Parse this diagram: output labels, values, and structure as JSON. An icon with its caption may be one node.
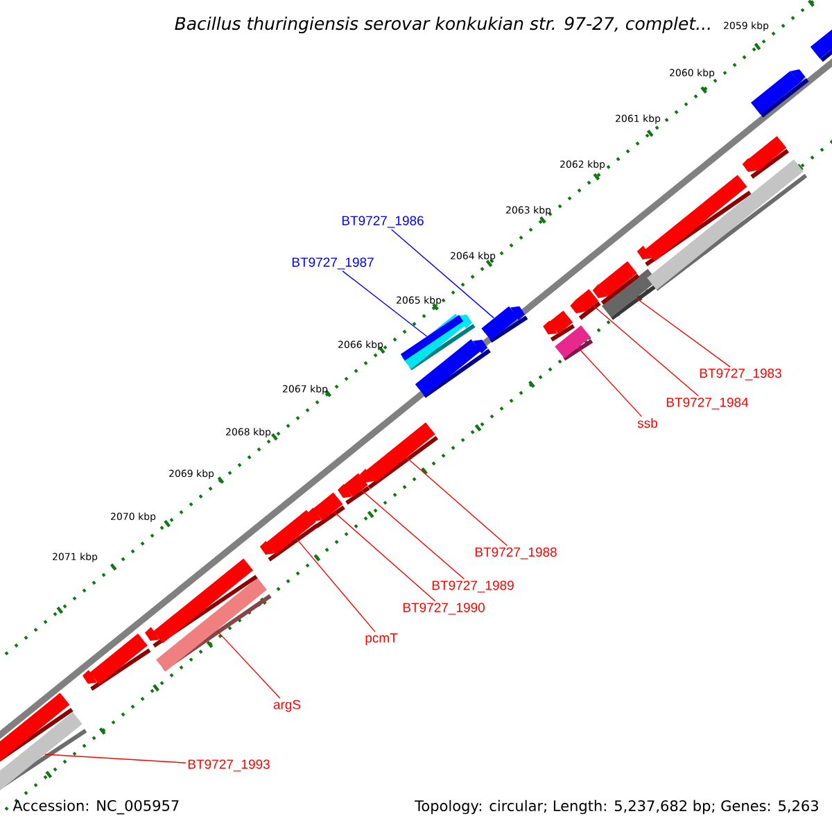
{
  "diagram": {
    "title": "Bacillus thuringiensis serovar konkukian str. 97-27, complet...",
    "nodes": [
      {
        "text": [
          "BT9727_1986"
        ]
      },
      {
        "text": [],
        "shape": "arrow"
      },
      {
        "text": [
          "BT9727_1987"
        ]
      },
      {
        "text": [],
        "shape": "arrow"
      },
      {
        "text": [
          "BT9727_1983"
        ]
      },
      {
        "text": [],
        "shape": "bar"
      },
      {
        "text": [
          "BT9727_1984"
        ]
      },
      {
        "text": [],
        "shape": "arrow"
      },
      {
        "text": [
          "ssb"
        ]
      },
      {
        "text": [],
        "shape": "bar"
      },
      {
        "text": [
          "BT9727_1988"
        ]
      },
      {
        "text": [],
        "shape": "arrow"
      },
      {
        "text": [
          "BT9727_1989"
        ]
      },
      {
        "text": [],
        "shape": "arrow"
      },
      {
        "text": [
          "BT9727_1990"
        ]
      },
      {
        "text": [],
        "shape": "arrow"
      },
      {
        "text": [
          "pcmT"
        ]
      },
      {
        "text": [],
        "shape": "arrow"
      },
      {
        "text": [
          "argS"
        ]
      },
      {
        "text": [],
        "shape": "bar"
      },
      {
        "text": [
          "BT9727_1993"
        ]
      },
      {
        "text": [],
        "shape": "bar"
      },
      {
        "text": [],
        "shape": "arrow"
      },
      {
        "text": [],
        "shape": "arrow"
      },
      {
        "text": [],
        "shape": "arrow"
      },
      {
        "text": [],
        "shape": "arrow"
      },
      {
        "text": [],
        "shape": "arrow"
      },
      {
        "text": [],
        "shape": "arrow"
      },
      {
        "text": [],
        "shape": "arrow"
      },
      {
        "text": [],
        "shape": "arrow"
      },
      {
        "text": [],
        "shape": "arrow"
      },
      {
        "text": [],
        "shape": "arrow"
      },
      {
        "text": [],
        "shape": "bar"
      }
    ],
    "edges": [
      {
        "from": 0,
        "to": 1,
        "arrow": "none",
        "color": "#0000ff"
      },
      {
        "from": 2,
        "to": 3,
        "arrow": "none",
        "color": "#0000ff"
      },
      {
        "from": 4,
        "to": 5,
        "arrow": "none"
      },
      {
        "from": 6,
        "to": 7,
        "arrow": "none"
      },
      {
        "from": 8,
        "to": 9,
        "arrow": "none"
      },
      {
        "from": 10,
        "to": 11,
        "arrow": "none"
      },
      {
        "from": 12,
        "to": 13,
        "arrow": "none"
      },
      {
        "from": 14,
        "to": 15,
        "arrow": "none"
      },
      {
        "from": 16,
        "to": 17,
        "arrow": "none"
      },
      {
        "from": 18,
        "to": 19,
        "arrow": "none"
      },
      {
        "from": 20,
        "to": 21,
        "arrow": "none"
      }
    ],
    "labels": [
      "2059 kbp",
      "2060 kbp",
      "2061 kbp",
      "2062 kbp",
      "2063 kbp",
      "2064 kbp",
      "2065 kbp",
      "2066 kbp",
      "2067 kbp",
      "2068 kbp",
      "2069 kbp",
      "2070 kbp",
      "2071 kbp",
      "Accession: NC_005957",
      "Topology: circular; Length: 5,237,682 bp; Genes: 5,263"
    ]
  }
}
